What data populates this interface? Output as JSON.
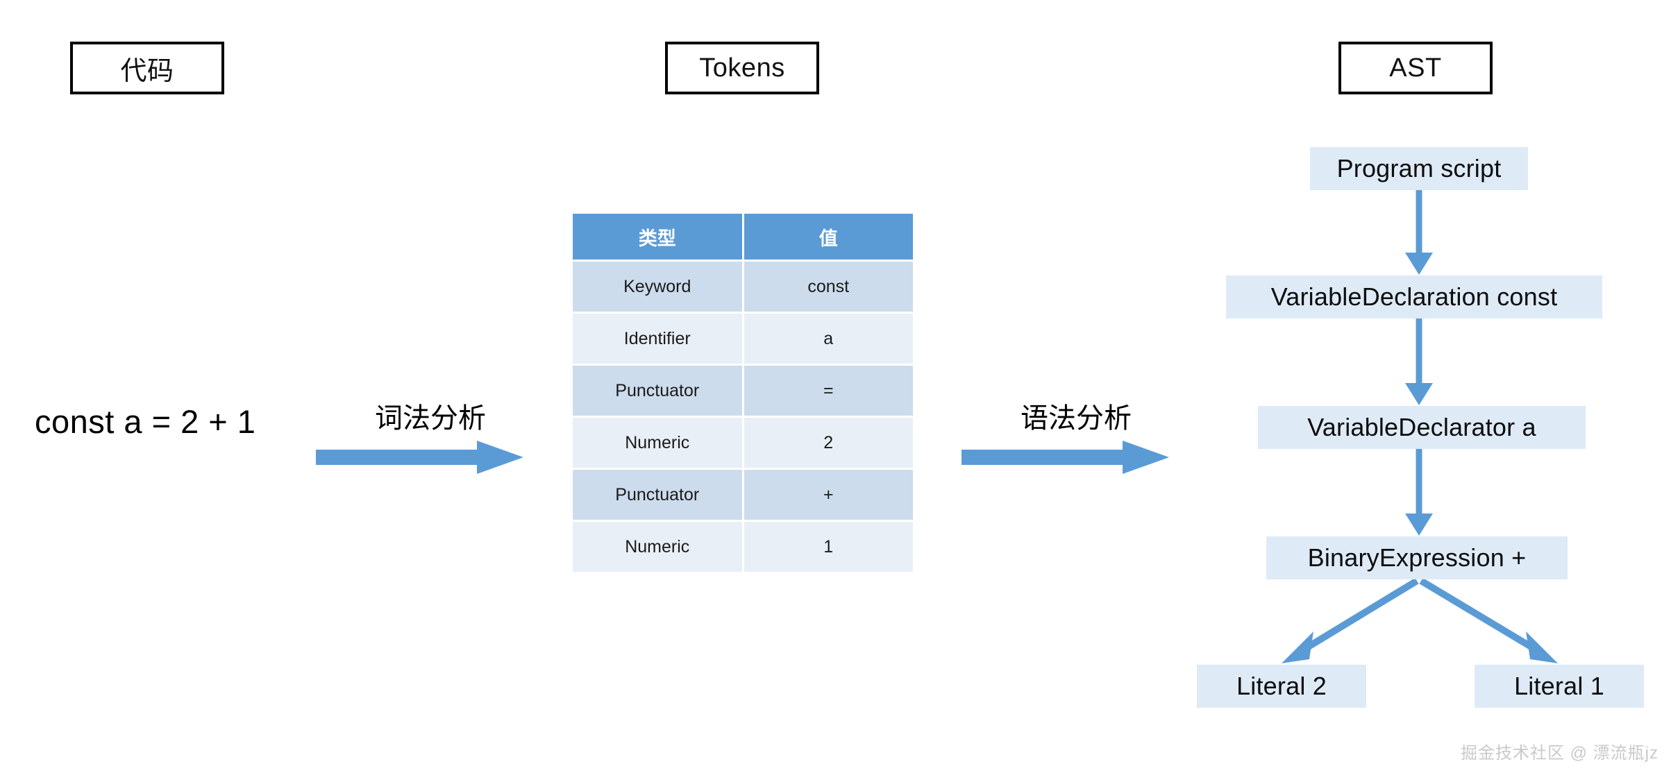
{
  "stages": {
    "code": {
      "caption": "代码",
      "source": "const a = 2 + 1"
    },
    "tokens": {
      "caption": "Tokens"
    },
    "ast": {
      "caption": "AST"
    }
  },
  "transitions": [
    {
      "label": "词法分析",
      "name": "lexical-analysis"
    },
    {
      "label": "语法分析",
      "name": "syntax-analysis"
    }
  ],
  "tokens_table": {
    "headers": [
      "类型",
      "值"
    ],
    "rows": [
      {
        "type": "Keyword",
        "value": "const"
      },
      {
        "type": "Identifier",
        "value": "a"
      },
      {
        "type": "Punctuator",
        "value": "="
      },
      {
        "type": "Numeric",
        "value": "2"
      },
      {
        "type": "Punctuator",
        "value": "+"
      },
      {
        "type": "Numeric",
        "value": "1"
      }
    ]
  },
  "ast": {
    "nodes": [
      {
        "id": "program",
        "label": "Program script"
      },
      {
        "id": "vardecl",
        "label": "VariableDeclaration const"
      },
      {
        "id": "vardeclarator",
        "label": "VariableDeclarator a"
      },
      {
        "id": "binaryexpr",
        "label": "BinaryExpression +"
      },
      {
        "id": "literal2",
        "label": "Literal 2"
      },
      {
        "id": "literal1",
        "label": "Literal 1"
      }
    ],
    "edges": [
      {
        "from": "program",
        "to": "vardecl"
      },
      {
        "from": "vardecl",
        "to": "vardeclarator"
      },
      {
        "from": "vardeclarator",
        "to": "binaryexpr"
      },
      {
        "from": "binaryexpr",
        "to": "literal2"
      },
      {
        "from": "binaryexpr",
        "to": "literal1"
      }
    ]
  },
  "watermark": "掘金技术社区 @ 漂流瓶jz",
  "colors": {
    "accent_blue": "#5B9BD5",
    "node_fill": "#DEEAF6",
    "row_dark": "#CDDCEC",
    "row_light": "#E9EFF7",
    "outline": "#000000"
  }
}
